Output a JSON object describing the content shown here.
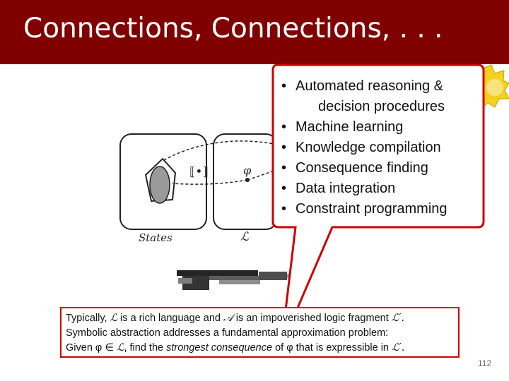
{
  "slide": {
    "title": "Connections, Connections, . . .",
    "page_number": "112",
    "accent_color": "#800000"
  },
  "diagram": {
    "states_label": "States",
    "language_label": "ℒ",
    "semantics_label": "⟦•⟧",
    "phi_label": "φ"
  },
  "callout": {
    "items": [
      "Automated reasoning &",
      "decision procedures",
      "Machine learning",
      "Knowledge compilation",
      "Consequence finding",
      "Data integration",
      "Constraint programming"
    ]
  },
  "note": {
    "line1_a": "Typically, ",
    "line1_L": "ℒ",
    "line1_b": " is a rich language and ",
    "line1_A": "𝒜",
    "line1_c": " is an impoverished logic fragment ",
    "line1_Lp": "ℒ′.",
    "line2": "Symbolic abstraction addresses a fundamental approximation problem:",
    "line3_a": "Given φ ∈ ",
    "line3_L": "ℒ",
    "line3_b": ", find the ",
    "line3_em": "strongest consequence",
    "line3_c": " of φ that is expressible in ",
    "line3_Lp": "ℒ′."
  }
}
